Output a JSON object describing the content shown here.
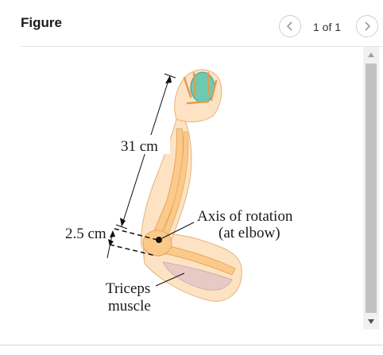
{
  "header": {
    "title": "Figure",
    "counter": "1 of 1"
  },
  "figure": {
    "labels": {
      "forearm_length": "31 cm",
      "elbow_offset": "2.5 cm",
      "axis_line1": "Axis of rotation",
      "axis_line2": "(at elbow)",
      "triceps_line1": "Triceps",
      "triceps_line2": "muscle"
    },
    "colors": {
      "skin": "#fde3c3",
      "bone": "#fbc98a",
      "muscle": "#e7c9c6",
      "ball": "#6ccab2"
    }
  },
  "icons": {
    "prev": "chevron-left-icon",
    "next": "chevron-right-icon",
    "scroll_up": "triangle-up-icon",
    "scroll_down": "triangle-down-icon"
  }
}
